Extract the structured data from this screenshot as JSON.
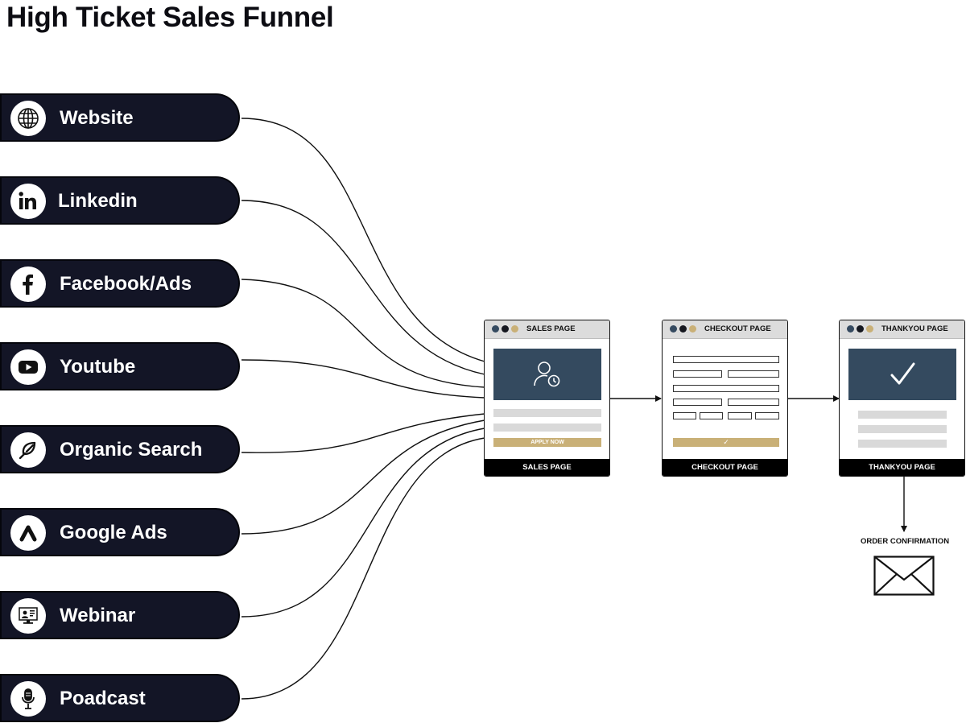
{
  "title": "High Ticket Sales Funnel",
  "sources": [
    {
      "label": "Website",
      "icon": "globe-icon"
    },
    {
      "label": "Linkedin",
      "icon": "linkedin-icon"
    },
    {
      "label": "Facebook/Ads",
      "icon": "facebook-icon"
    },
    {
      "label": "Youtube",
      "icon": "youtube-icon"
    },
    {
      "label": "Organic Search",
      "icon": "leaf-search-icon"
    },
    {
      "label": "Google Ads",
      "icon": "google-ads-icon"
    },
    {
      "label": "Webinar",
      "icon": "webinar-icon"
    },
    {
      "label": "Poadcast",
      "icon": "microphone-icon"
    }
  ],
  "pages": {
    "sales": {
      "bar_title": "SALES PAGE",
      "footer": "SALES PAGE",
      "button": "APPLY NOW"
    },
    "checkout": {
      "bar_title": "CHECKOUT PAGE",
      "footer": "CHECKOUT PAGE",
      "button": "✓"
    },
    "thankyou": {
      "bar_title": "THANKYOU PAGE",
      "footer": "THANKYOU PAGE"
    }
  },
  "order_confirmation": {
    "label": "ORDER CONFIRMATION",
    "icon": "envelope-icon"
  },
  "colors": {
    "pill_bg": "#131526",
    "hero_slate": "#344a5f",
    "gold": "#c9b077"
  }
}
